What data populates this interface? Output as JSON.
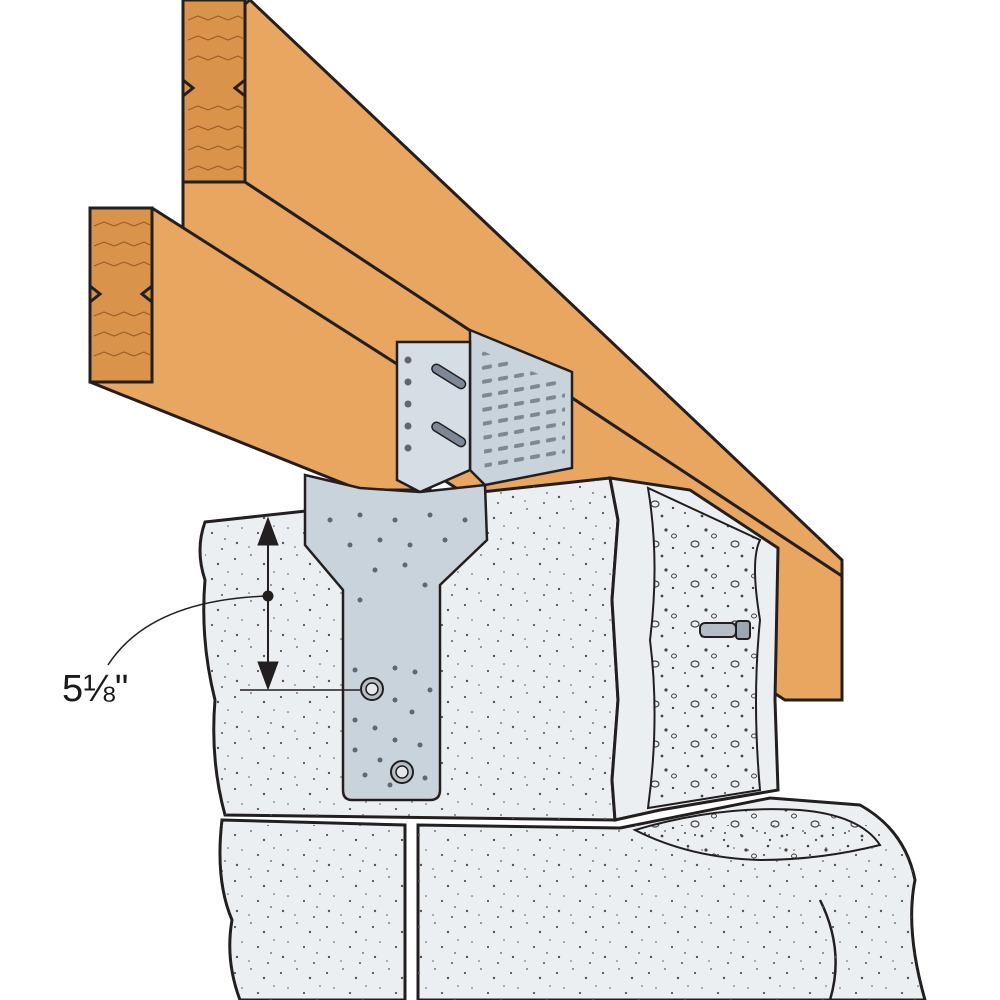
{
  "dimension": {
    "label": "5⅛\""
  },
  "colors": {
    "lumber": "#E8A660",
    "lumber_grain": "#B8783E",
    "masonry": "#ECEFF1",
    "masonry_dots": "#7a7f85",
    "steel": "#C9D3DC",
    "steel_dark": "#9AA6B2",
    "outline": "#231f20"
  },
  "parts": {
    "upper_joist": "joist-2x",
    "lower_joist": "joist-2x",
    "connector": "masonry-connector-strap",
    "wall": "cmu-block-wall",
    "anchors": "screw-anchor-icon"
  }
}
